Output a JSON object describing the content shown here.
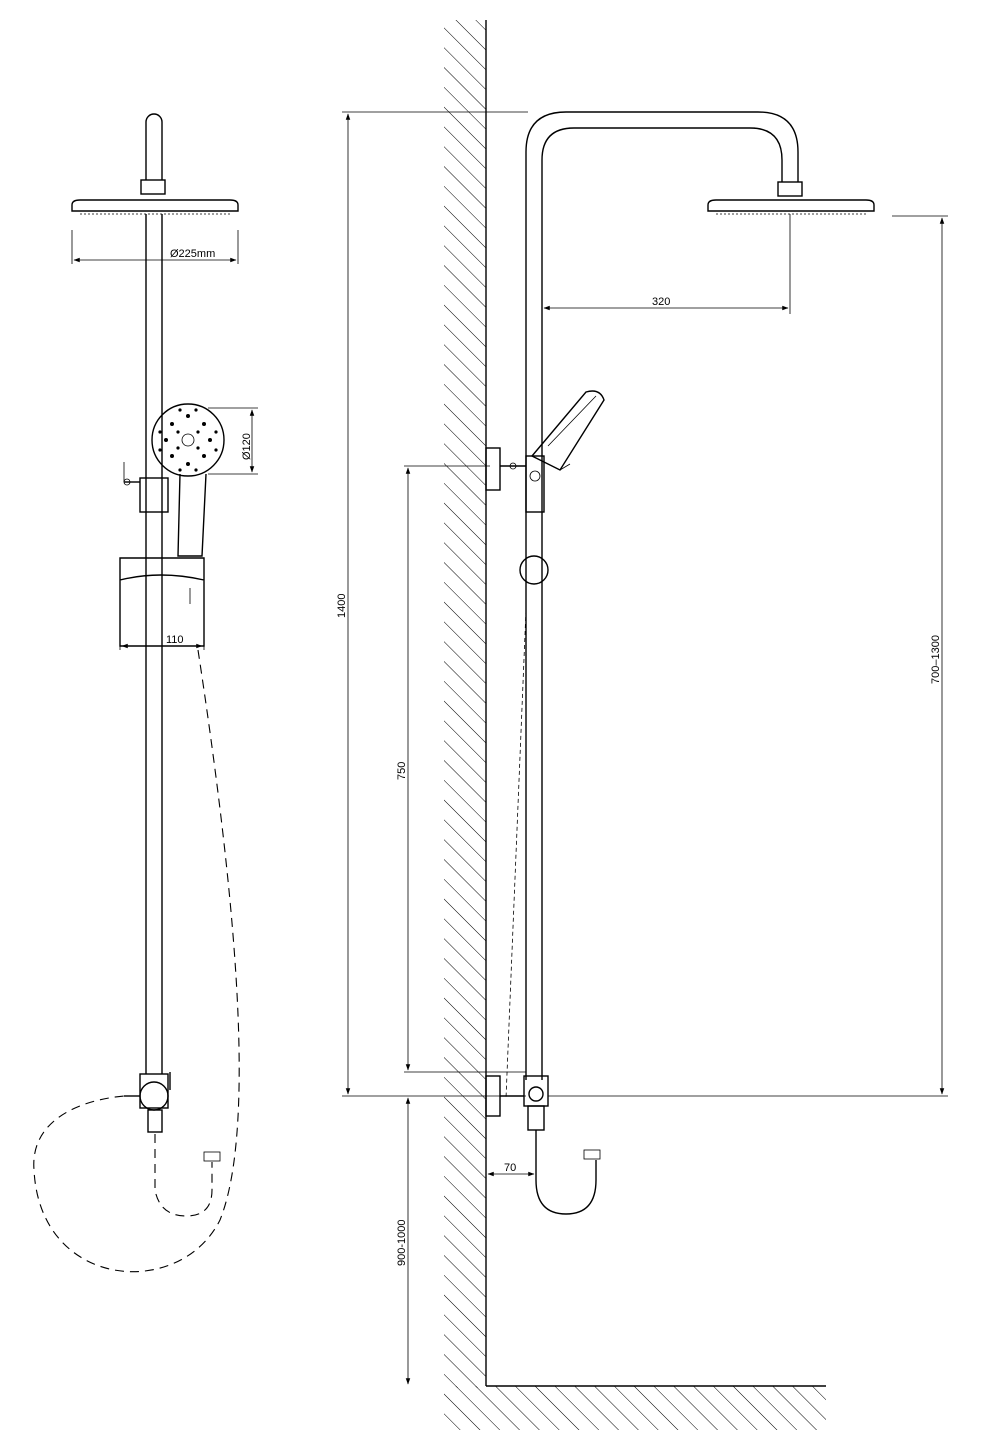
{
  "front_view": {
    "head_diameter": "Ø225mm",
    "handshower_diameter": "Ø120",
    "holder_offset": "110"
  },
  "side_view": {
    "arm_reach": "320",
    "total_height": "1400",
    "slide_range": "750",
    "head_height_range": "700–1300",
    "mixer_height_range": "900-1000",
    "wall_offset": "70"
  },
  "colors": {
    "line": "#000000",
    "background": "#ffffff"
  }
}
